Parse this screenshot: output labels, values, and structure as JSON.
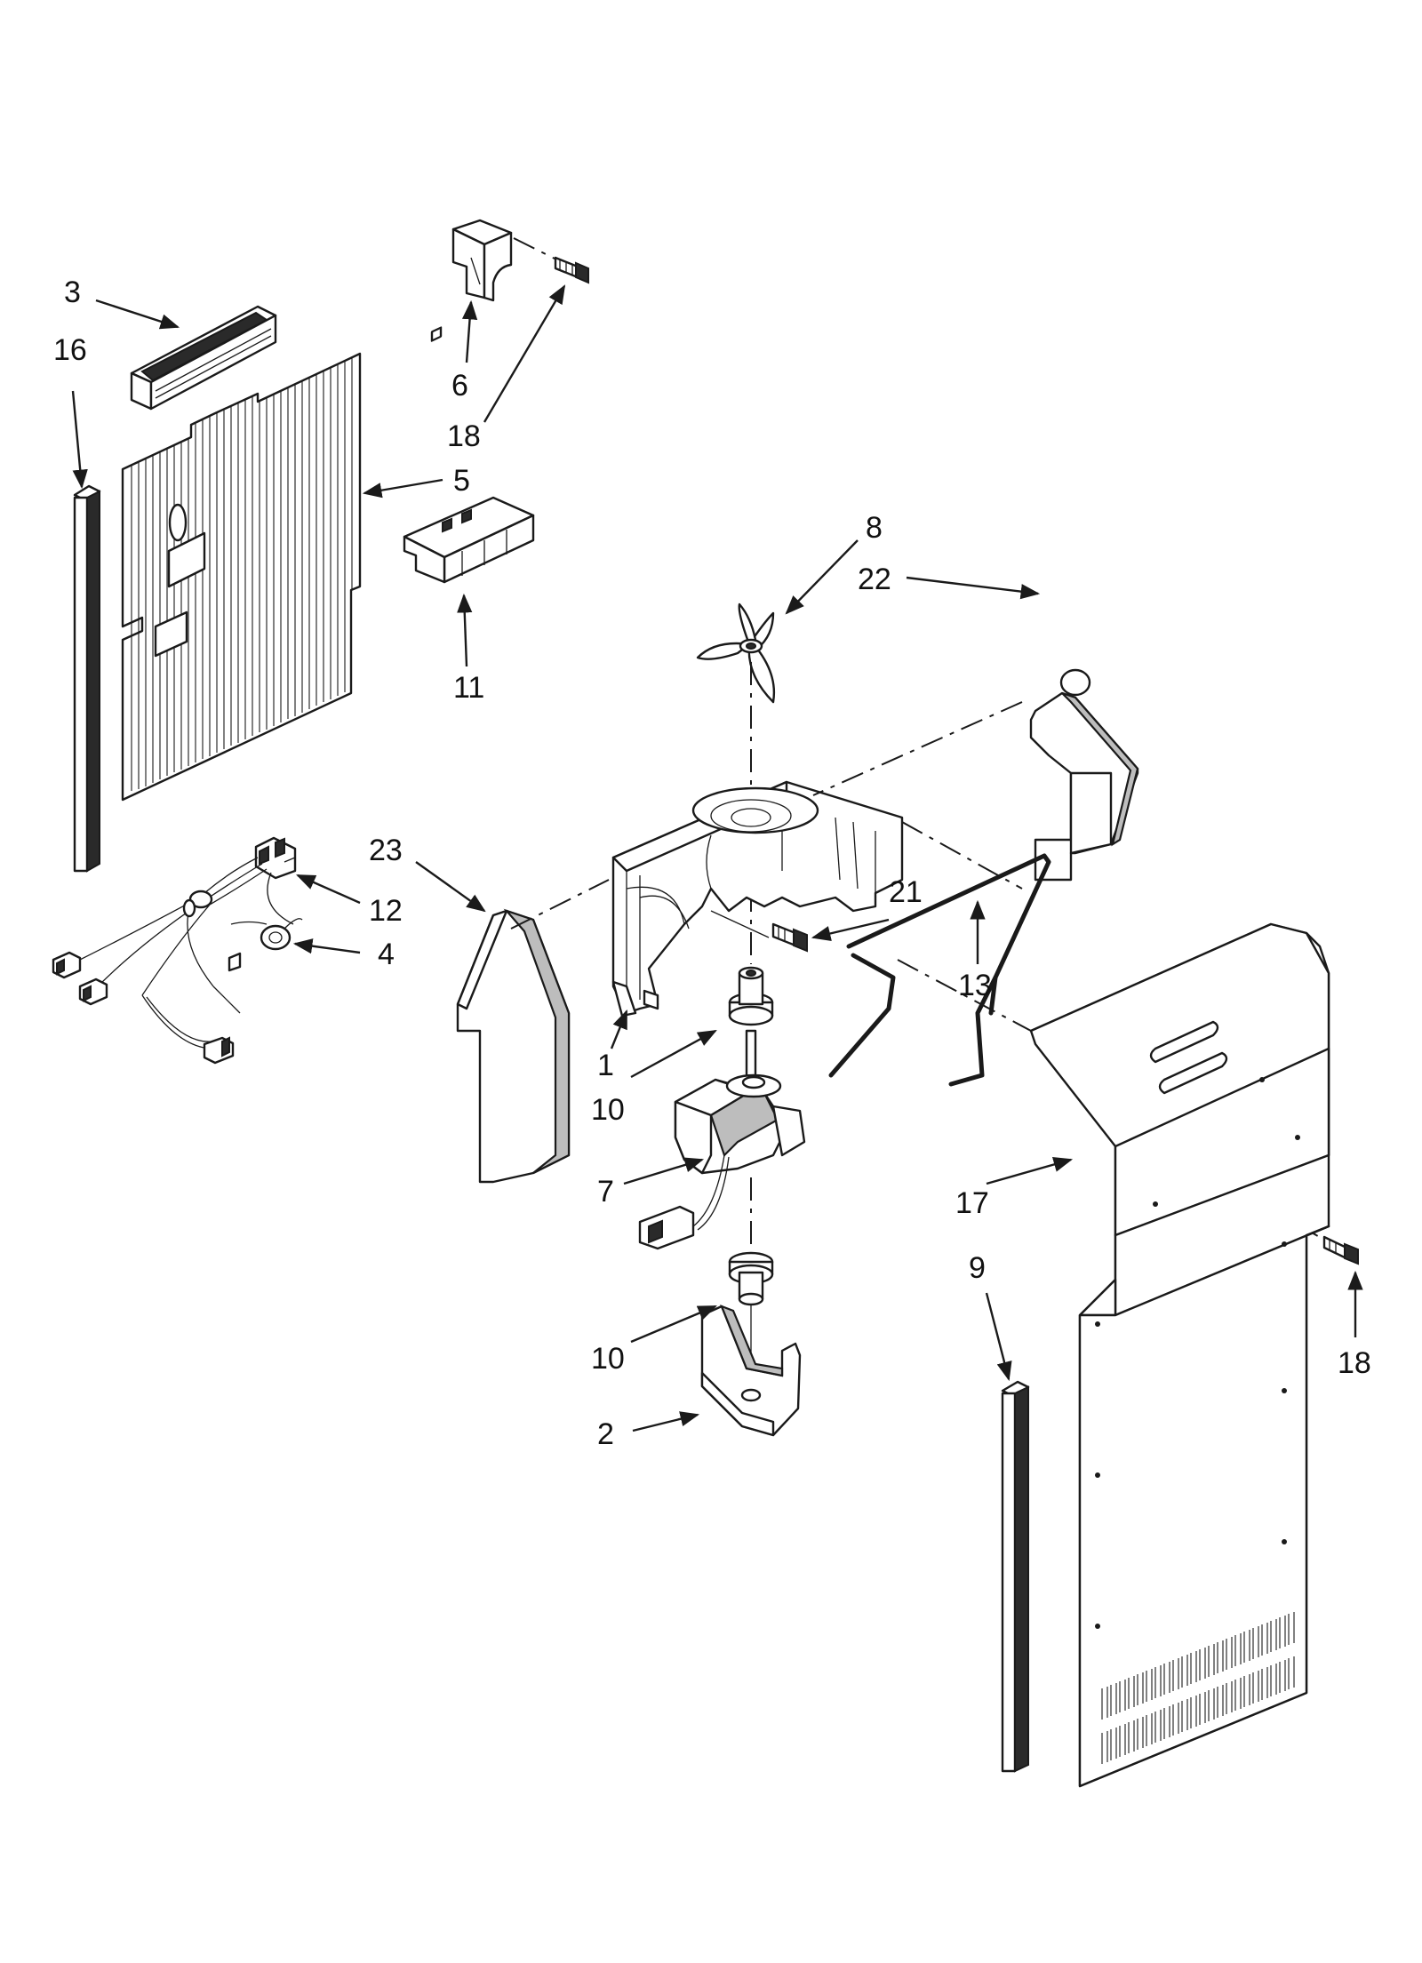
{
  "callouts": {
    "c1": "1",
    "c2": "2",
    "c3": "3",
    "c4": "4",
    "c5": "5",
    "c6": "6",
    "c7": "7",
    "c8": "8",
    "c9": "9",
    "c10a": "10",
    "c10b": "10",
    "c11": "11",
    "c12": "12",
    "c13": "13",
    "c16": "16",
    "c17": "17",
    "c18a": "18",
    "c18b": "18",
    "c21": "21",
    "c22": "22",
    "c23": "23"
  },
  "colors": {
    "line": "#1a1a1a",
    "background": "#ffffff",
    "shade": "#2a2a2a"
  }
}
